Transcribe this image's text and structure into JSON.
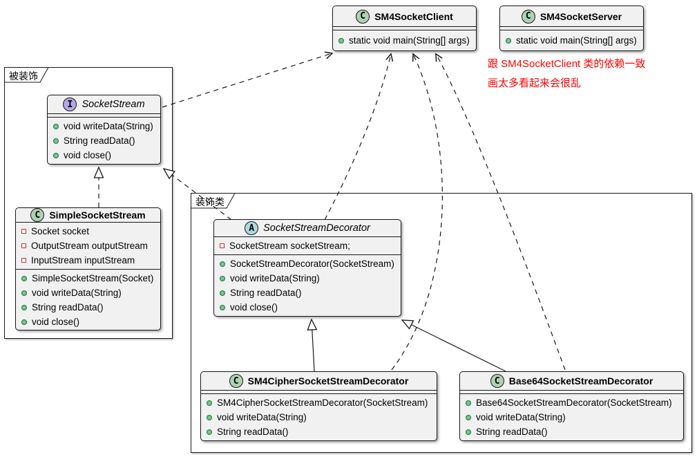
{
  "packages": {
    "decorated": {
      "label": "被装饰"
    },
    "decorators": {
      "label": "装饰类"
    }
  },
  "note": {
    "line1": "跟 SM4SocketClient 类的依赖一致",
    "line2": "画太多看起来会很乱",
    "color": "#FF0000"
  },
  "classes": {
    "client": {
      "name": "SM4SocketClient",
      "icon": "C",
      "methods": [
        {
          "text": "static void main(String[] args)"
        }
      ]
    },
    "server": {
      "name": "SM4SocketServer",
      "icon": "C",
      "methods": [
        {
          "text": "static void main(String[] args)"
        }
      ]
    },
    "socket_stream": {
      "name": "SocketStream",
      "icon": "I",
      "methods": [
        {
          "text": "void writeData(String)"
        },
        {
          "text": "String readData()"
        },
        {
          "text": "void close()"
        }
      ]
    },
    "simple": {
      "name": "SimpleSocketStream",
      "icon": "C",
      "fields": [
        {
          "text": "Socket socket"
        },
        {
          "text": "OutputStream outputStream"
        },
        {
          "text": "InputStream inputStream"
        }
      ],
      "methods": [
        {
          "text": "SimpleSocketStream(Socket)"
        },
        {
          "text": "void writeData(String)"
        },
        {
          "text": "String readData()"
        },
        {
          "text": "void close()"
        }
      ]
    },
    "decorator": {
      "name": "SocketStreamDecorator",
      "icon": "A",
      "fields": [
        {
          "text": "SocketStream socketStream;"
        }
      ],
      "methods": [
        {
          "text": "SocketStreamDecorator(SocketStream)"
        },
        {
          "text": "void writeData(String)"
        },
        {
          "text": "String readData()"
        },
        {
          "text": "void close()"
        }
      ]
    },
    "sm4cipher": {
      "name": "SM4CipherSocketStreamDecorator",
      "icon": "C",
      "methods": [
        {
          "text": "SM4CipherSocketStreamDecorator(SocketStream)"
        },
        {
          "text": "void writeData(String)"
        },
        {
          "text": "String readData()"
        }
      ]
    },
    "base64": {
      "name": "Base64SocketStreamDecorator",
      "icon": "C",
      "methods": [
        {
          "text": "Base64SocketStreamDecorator(SocketStream)"
        },
        {
          "text": "void writeData(String)"
        },
        {
          "text": "String readData()"
        }
      ]
    }
  },
  "colors": {
    "class_fill": "#F1F1F1",
    "border": "#181818",
    "class_icon_fill": "#ADD1B2",
    "interface_icon_fill": "#B4A7E5",
    "abstract_icon_fill": "#A9DCDF",
    "method_dot": "#84BE84",
    "field_square_border": "#C82930",
    "note_text": "#FF0000"
  }
}
